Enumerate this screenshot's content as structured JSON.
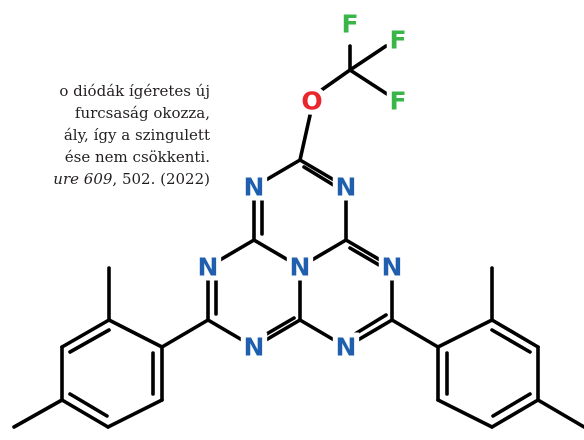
{
  "caption": {
    "lines": [
      "o diódák ígéretes új",
      "furcsaság okozza,",
      "ály, így a szingulett",
      "ése nem csökkenti."
    ],
    "citation": {
      "journal": "ure 609",
      "rest": ", 502. (2022)"
    }
  },
  "molecule": {
    "atom_colors": {
      "N": "#1f5fae",
      "O": "#e8262b",
      "F": "#3ab54a",
      "bond": "#000000"
    },
    "atoms": [
      {
        "id": "F1",
        "label": "F"
      },
      {
        "id": "F2",
        "label": "F"
      },
      {
        "id": "F3",
        "label": "F"
      },
      {
        "id": "O1",
        "label": "O"
      },
      {
        "id": "N1",
        "label": "N"
      },
      {
        "id": "N2",
        "label": "N"
      },
      {
        "id": "N3",
        "label": "N"
      },
      {
        "id": "N4",
        "label": "N"
      },
      {
        "id": "N5",
        "label": "N"
      },
      {
        "id": "N6",
        "label": "N"
      },
      {
        "id": "N7",
        "label": "N"
      }
    ]
  }
}
